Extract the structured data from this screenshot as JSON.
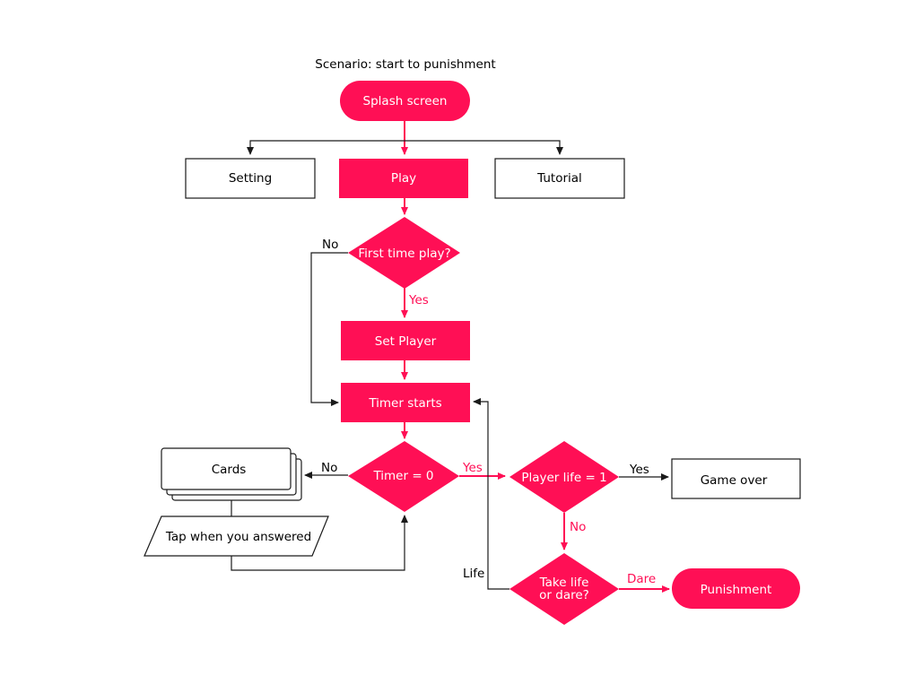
{
  "title": "Scenario: start to punishment",
  "colors": {
    "accent": "#ff0f55",
    "stroke": "#1a1a1a",
    "background": "#ffffff"
  },
  "nodes": {
    "splash": "Splash screen",
    "setting": "Setting",
    "play": "Play",
    "tutorial": "Tutorial",
    "first_time": "First time play?",
    "set_player": "Set Player",
    "timer_starts": "Timer starts",
    "timer_zero": "Timer = 0",
    "cards": "Cards",
    "tap_answered": "Tap when you answered",
    "player_life": "Player life = 1",
    "game_over": "Game over",
    "take_life": [
      "Take life",
      "or dare?"
    ],
    "punishment": "Punishment"
  },
  "edge_labels": {
    "first_no": "No",
    "first_yes": "Yes",
    "timer_no": "No",
    "timer_yes": "Yes",
    "life_yes": "Yes",
    "life_no": "No",
    "take_life": "Life",
    "take_dare": "Dare"
  }
}
